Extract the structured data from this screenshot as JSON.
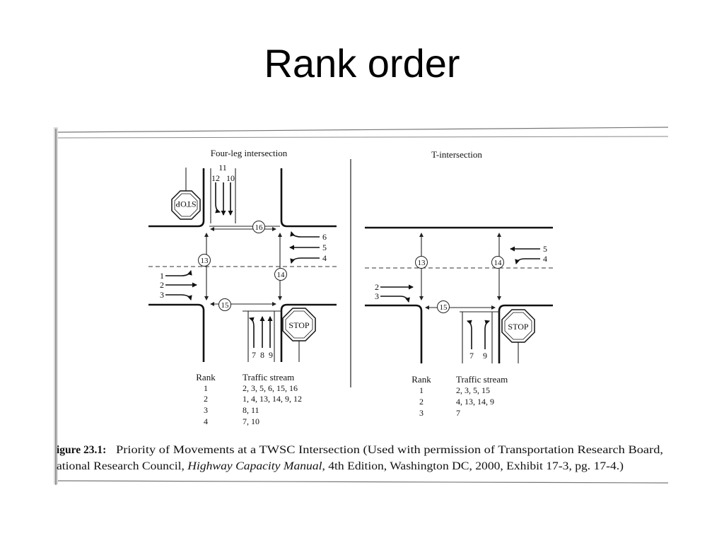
{
  "slide": {
    "title": "Rank order"
  },
  "figure": {
    "left": {
      "title": "Four-leg intersection",
      "movements": [
        "1",
        "2",
        "3",
        "4",
        "5",
        "6",
        "7",
        "8",
        "9",
        "10",
        "11",
        "12"
      ],
      "conflicts": [
        "13",
        "14",
        "15",
        "16"
      ],
      "stop_sign": "STOP",
      "rank_header": "Rank",
      "stream_header": "Traffic stream",
      "rows": [
        {
          "rank": "1",
          "streams": "2, 3, 5, 6, 15, 16"
        },
        {
          "rank": "2",
          "streams": "1, 4, 13, 14, 9, 12"
        },
        {
          "rank": "3",
          "streams": "8, 11"
        },
        {
          "rank": "4",
          "streams": "7, 10"
        }
      ]
    },
    "right": {
      "title": "T-intersection",
      "movements": [
        "2",
        "3",
        "4",
        "5",
        "7",
        "9"
      ],
      "conflicts": [
        "13",
        "14",
        "15"
      ],
      "stop_sign": "STOP",
      "rank_header": "Rank",
      "stream_header": "Traffic stream",
      "rows": [
        {
          "rank": "1",
          "streams": "2, 3, 5, 15"
        },
        {
          "rank": "2",
          "streams": "4, 13, 14, 9"
        },
        {
          "rank": "3",
          "streams": "7"
        }
      ]
    },
    "caption": {
      "label": "igure 23.1:",
      "line1": "Priority of Movements at a TWSC Intersection (Used with permission of Transportation Research Board,",
      "line2_start": "ational Research Council, ",
      "line2_italic": "Highway Capacity Manual",
      "line2_end": ", 4th Edition, Washington DC, 2000, Exhibit 17-3, pg. 17-4.)"
    }
  }
}
